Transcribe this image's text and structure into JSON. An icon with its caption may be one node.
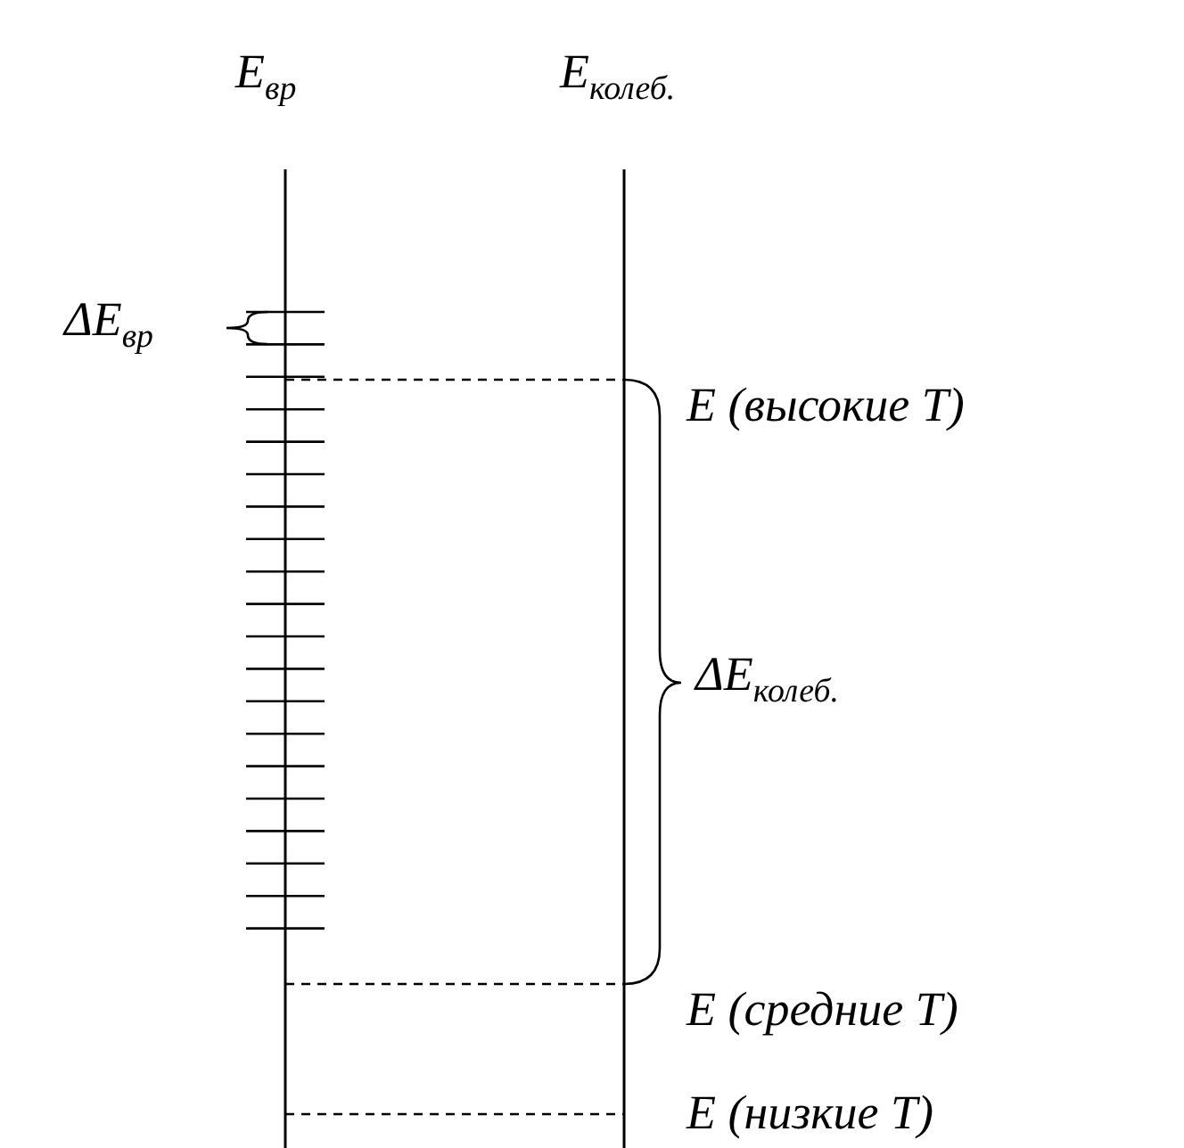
{
  "diagram": {
    "labels": [
      "E$_{вр}$",
      "E$_{колеб.}$",
      "ΔE$_{вр}$",
      "E (высокие T)",
      "ΔE$_{колеб.}$",
      "E (средние T)",
      "E (низкие T)"
    ]
  }
}
